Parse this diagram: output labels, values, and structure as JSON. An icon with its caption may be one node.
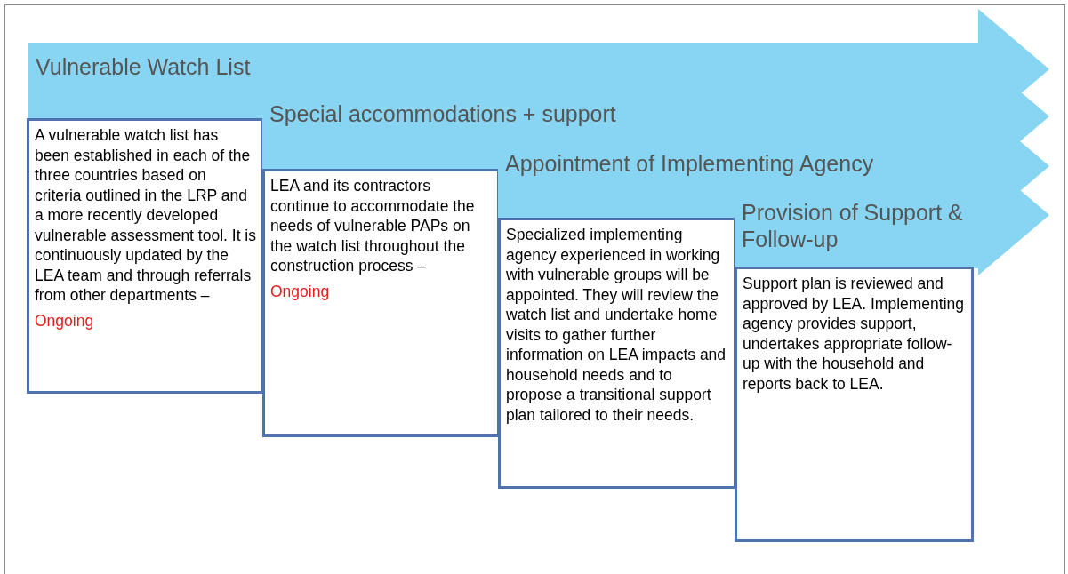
{
  "diagram": {
    "nodes": [
      {
        "text": [
          "Vulnerable Watch List"
        ]
      },
      {
        "text": [
          "A vulnerable watch list has been established in each of the three countries based on criteria outlined in the LRP and a more recently developed vulnerable assessment tool. It is continuously updated by the LEA team and through referrals from other departments –",
          "Ongoing"
        ]
      },
      {
        "text": [
          "Special accommodations + support"
        ]
      },
      {
        "text": [
          "LEA and its contractors continue to accommodate the needs of vulnerable PAPs on the watch list throughout the construction process –",
          "Ongoing"
        ]
      },
      {
        "text": [
          "Appointment of Implementing Agency"
        ]
      },
      {
        "text": [
          "Specialized implementing agency experienced in working with vulnerable groups will be appointed. They will review the watch list  and undertake home visits to gather further information on LEA impacts and household needs and to propose a transitional support plan tailored to their needs."
        ]
      },
      {
        "text": [
          "Provision of Support & Follow-up"
        ]
      },
      {
        "text": [
          "Support plan is reviewed and approved by LEA. Implementing agency provides support, undertakes appropriate follow-up with the household and reports back to LEA."
        ]
      }
    ],
    "edges": []
  }
}
